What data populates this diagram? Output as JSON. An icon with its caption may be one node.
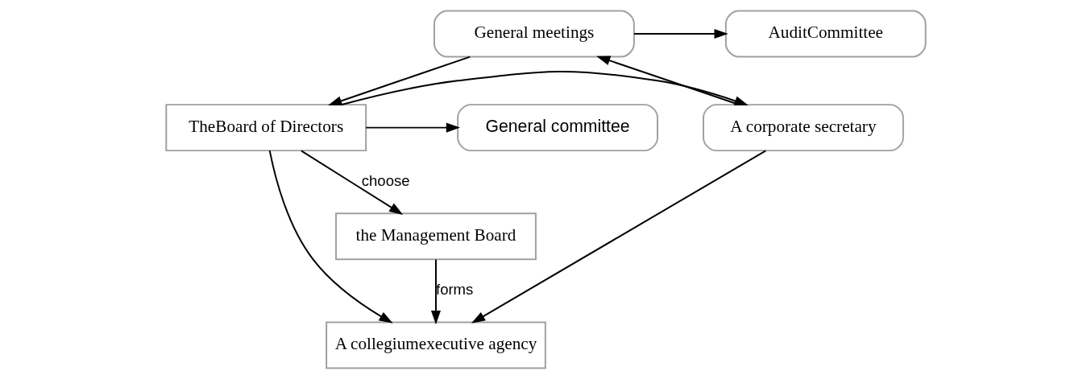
{
  "diagram": {
    "nodes": [
      {
        "text": [
          "General meetings"
        ]
      },
      {
        "text": [
          "AuditCommittee"
        ]
      },
      {
        "text": [
          "A corporate secretary"
        ]
      },
      {
        "text": [
          "TheBoard of Directors"
        ]
      },
      {
        "text": [
          "General committee"
        ]
      },
      {
        "text": [
          "A collegiumexecutive agency"
        ]
      },
      {
        "text": [
          "the Management Board"
        ]
      }
    ],
    "edges": [
      {
        "from": 0,
        "to": 1,
        "arrow": "to"
      },
      {
        "from": 2,
        "to": 0,
        "arrow": "to"
      },
      {
        "from": 0,
        "to": 3,
        "arrow": "to"
      },
      {
        "from": 3,
        "to": 2,
        "arrow": "to"
      },
      {
        "from": 3,
        "to": 4,
        "arrow": "to"
      },
      {
        "from": 3,
        "to": 5,
        "arrow": "to"
      },
      {
        "from": 2,
        "to": 5,
        "arrow": "to"
      },
      {
        "from": 3,
        "to": 6,
        "arrow": "to",
        "label": "choose"
      },
      {
        "from": 6,
        "to": 5,
        "arrow": "to",
        "label": "forms"
      }
    ]
  }
}
